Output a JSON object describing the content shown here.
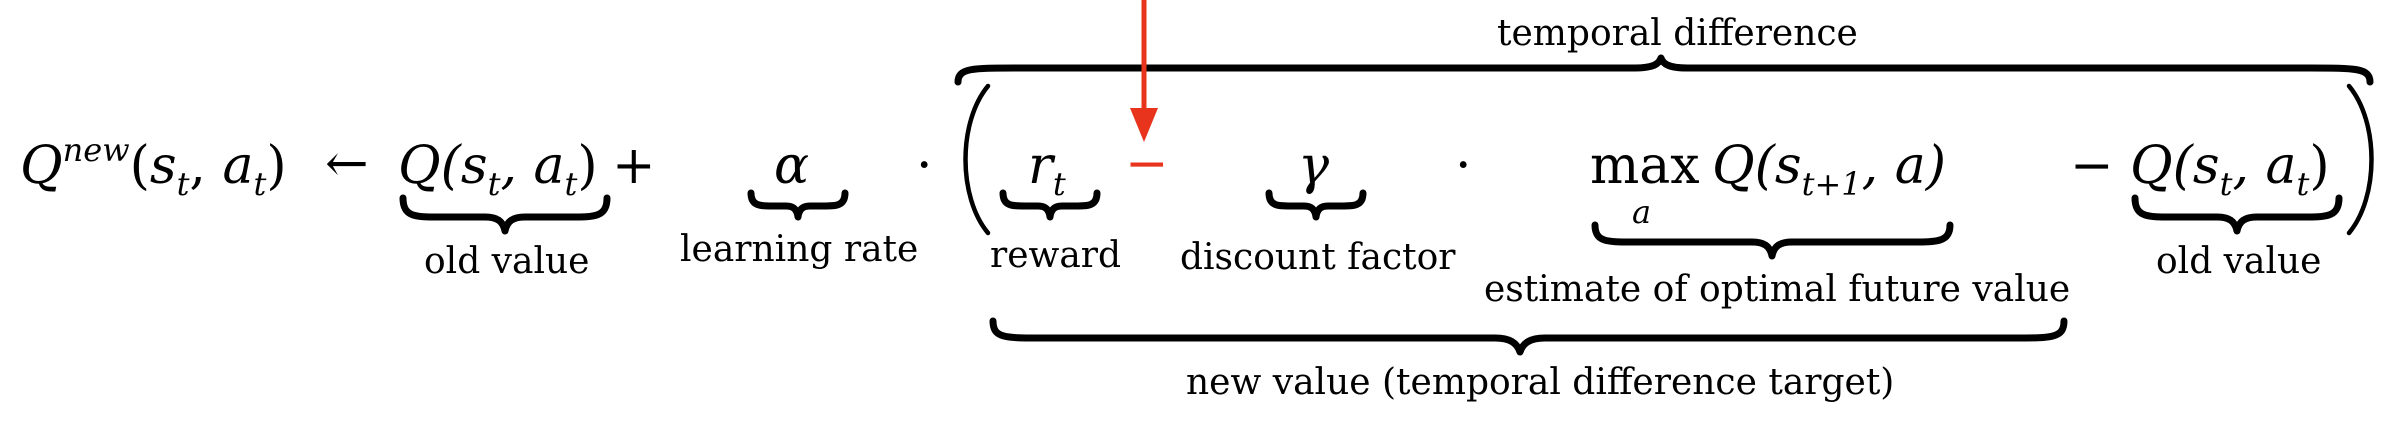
{
  "equation": {
    "lhs_Q": "Q",
    "lhs_superscript": "new",
    "lhs_args_open": "(",
    "lhs_s": "s",
    "lhs_s_sub": "t",
    "lhs_comma": ",",
    "lhs_a": "a",
    "lhs_a_sub": "t",
    "lhs_args_close": ")",
    "arrow": "←",
    "old_Q": "Q(s",
    "old_Q_s_sub": "t",
    "old_Q_mid": ", a",
    "old_Q_a_sub": "t",
    "old_Q_close": ")",
    "plus": "+",
    "alpha": "α",
    "dot1": "·",
    "reward_r": "r",
    "reward_sub": "t",
    "operator_highlighted": "−",
    "gamma": "γ",
    "dot2": "·",
    "max": "max",
    "max_sub": "a",
    "max_Q": "Q(s",
    "max_Q_s_sub": "t+1",
    "max_Q_rest": ", a)",
    "minus": "−",
    "last_Q": "Q(s",
    "last_Q_s_sub": "t",
    "last_Q_mid": ", a",
    "last_Q_a_sub": "t",
    "last_Q_close": ")"
  },
  "labels": {
    "old_value_1": "old value",
    "learning_rate": "learning rate",
    "reward": "reward",
    "discount_factor": "discount factor",
    "estimate": "estimate of optimal future value",
    "old_value_2": "old value",
    "temporal_difference": "temporal difference",
    "new_value": "new value (temporal difference target)"
  },
  "colors": {
    "highlight": "#e8341c",
    "ink": "#000000"
  },
  "icons": {
    "pointer": "down-arrow-icon"
  }
}
